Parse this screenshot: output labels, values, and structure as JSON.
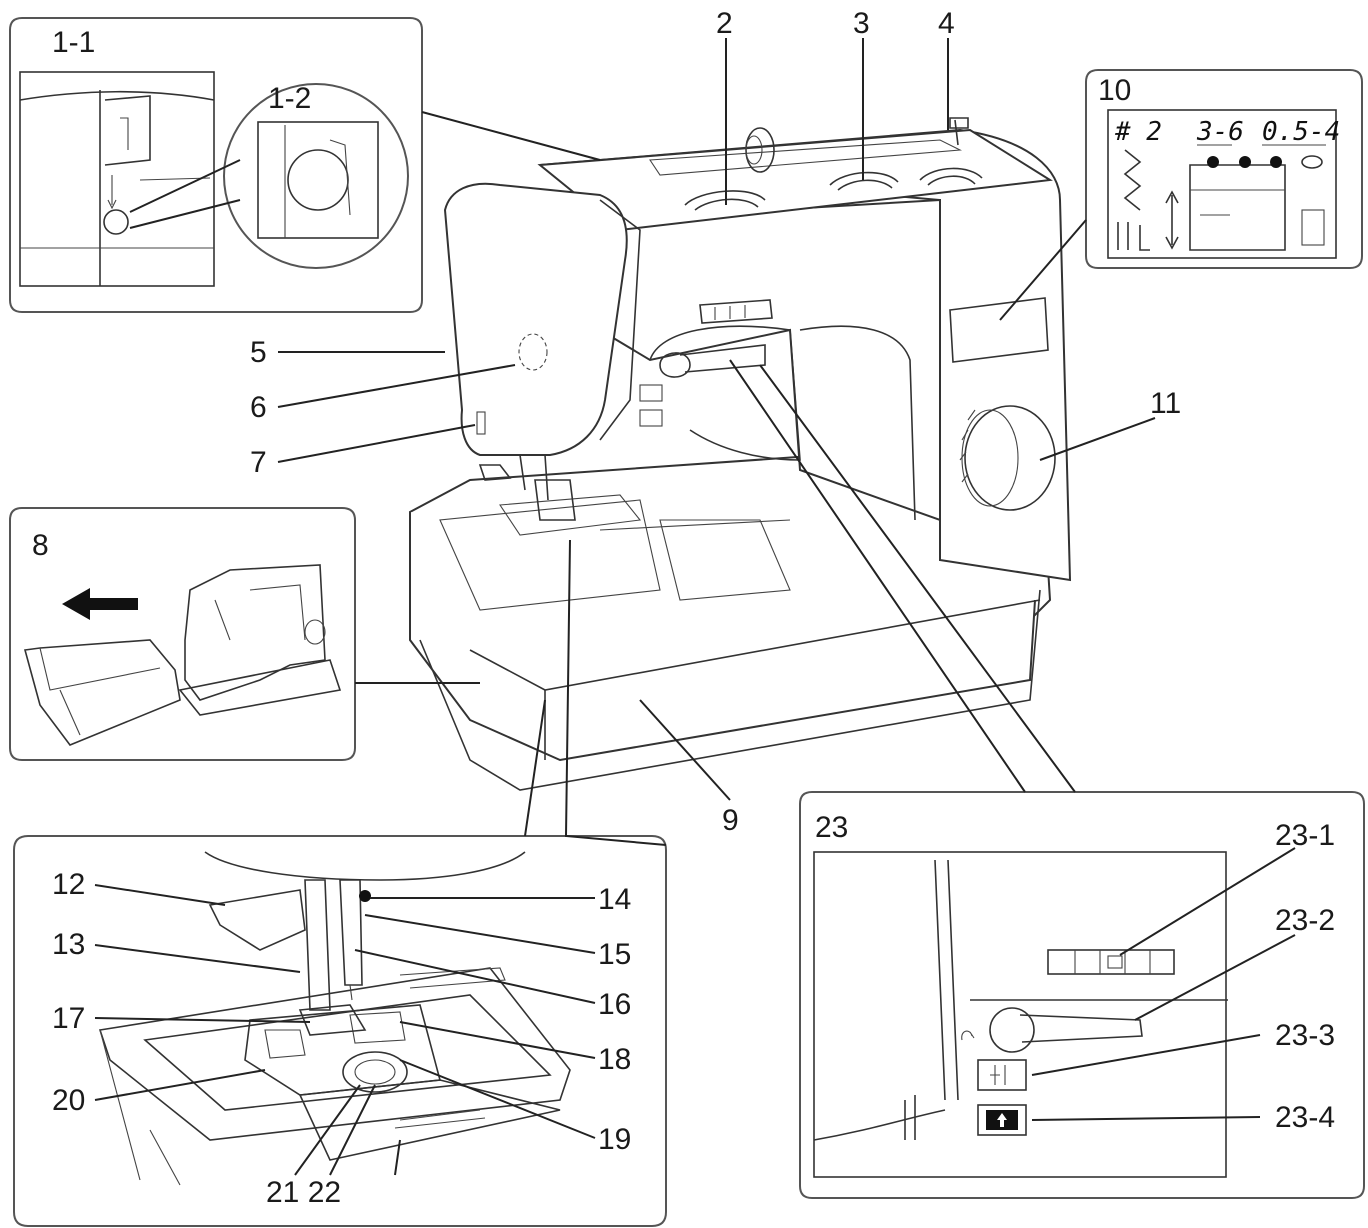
{
  "callouts": {
    "c1_1": "1-1",
    "c1_2": "1-2",
    "c2": "2",
    "c3": "3",
    "c4": "4",
    "c5": "5",
    "c6": "6",
    "c7": "7",
    "c8": "8",
    "c9": "9",
    "c10": "10",
    "c11": "11",
    "c12": "12",
    "c13": "13",
    "c14": "14",
    "c15": "15",
    "c16": "16",
    "c17": "17",
    "c18": "18",
    "c19": "19",
    "c20": "20",
    "c21_22": "21 22",
    "c23": "23",
    "c23_1": "23-1",
    "c23_2": "23-2",
    "c23_3": "23-3",
    "c23_4": "23-4"
  },
  "lcd_display": {
    "pattern": "# 2",
    "stitch_length": "3-6",
    "stitch_width": "0.5-4"
  },
  "colors": {
    "line": "#222222",
    "inset_border": "#555555",
    "background": "#ffffff"
  },
  "icons": [
    "arrow-left-icon",
    "reverse-arrow-icon",
    "needle-up-down-icon",
    "needle-stop-icon",
    "zigzag-stitch-icon",
    "presser-foot-icon",
    "bobbin-icon"
  ]
}
